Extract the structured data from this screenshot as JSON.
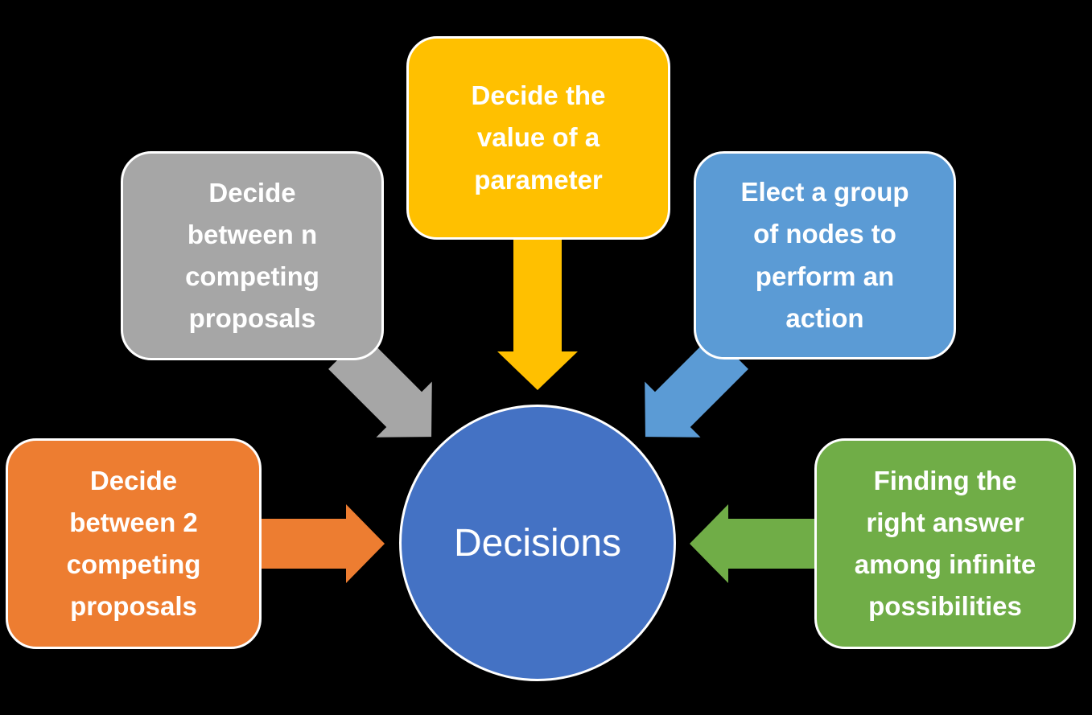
{
  "diagram": {
    "background_color": "#000000",
    "text_color": "#FFFFFF",
    "border_color": "#FFFFFF",
    "center": {
      "label": "Decisions",
      "fill": "#4472C4"
    },
    "nodes": [
      {
        "name": "n-competing-proposals",
        "label": "Decide\nbetween n\ncompeting\nproposals",
        "fill": "#A6A6A6"
      },
      {
        "name": "parameter-value",
        "label": "Decide the\nvalue of a\nparameter",
        "fill": "#FFC000"
      },
      {
        "name": "elect-group-of-nodes",
        "label": "Elect a group\nof nodes to\nperform an\naction",
        "fill": "#5B9BD5"
      },
      {
        "name": "two-competing-proposals",
        "label": "Decide\nbetween 2\ncompeting\nproposals",
        "fill": "#ED7D31"
      },
      {
        "name": "infinite-possibilities",
        "label": "Finding the\nright answer\namong infinite\npossibilities",
        "fill": "#70AD47"
      }
    ]
  }
}
